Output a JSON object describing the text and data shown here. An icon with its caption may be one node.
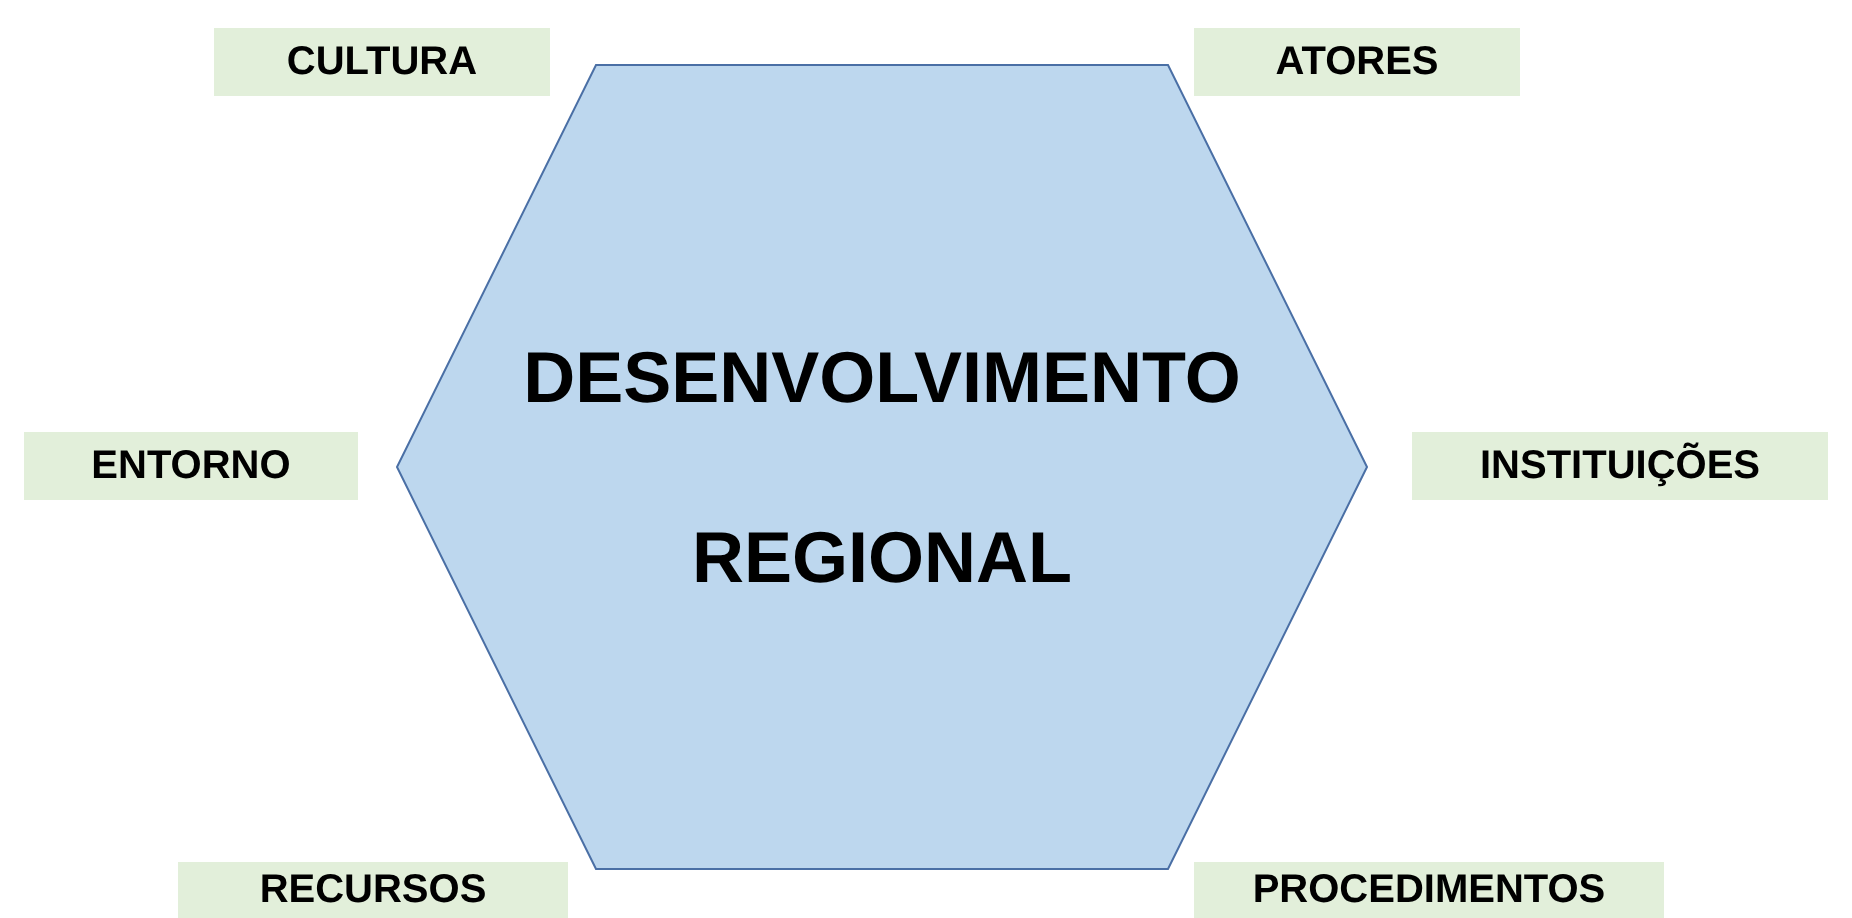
{
  "diagram": {
    "nodes": [
      {
        "text": [
          "CULTURA"
        ]
      },
      {
        "text": [
          "ATORES"
        ]
      },
      {
        "text": [
          "DESENVOLVIMENTO REGIONAL"
        ]
      },
      {
        "text": [
          "ENTORNO"
        ]
      },
      {
        "text": [
          "INSTITUIÇÕES"
        ]
      },
      {
        "text": [
          "RECURSOS"
        ]
      },
      {
        "text": [
          "PROCEDIMENTOS"
        ]
      }
    ]
  }
}
